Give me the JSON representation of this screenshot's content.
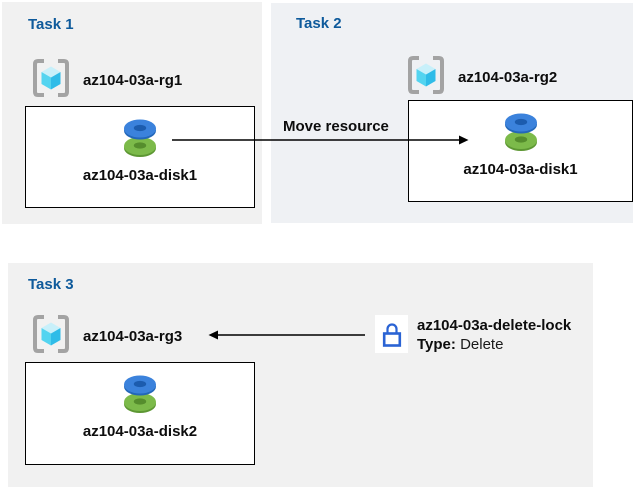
{
  "tasks": [
    {
      "title": "Task 1",
      "resource_group": "az104-03a-rg1",
      "resource": "az104-03a-disk1"
    },
    {
      "title": "Task 2",
      "resource_group": "az104-03a-rg2",
      "resource": "az104-03a-disk1"
    },
    {
      "title": "Task 3",
      "resource_group": "az104-03a-rg3",
      "resource": "az104-03a-disk2"
    }
  ],
  "move_arrow": {
    "label": "Move resource"
  },
  "delete_lock": {
    "name": "az104-03a-delete-lock",
    "type_label": "Type:",
    "type_value": "Delete"
  },
  "icons": {
    "resource_group": "resource-group-icon",
    "disk": "managed-disk-icon",
    "lock": "lock-icon"
  },
  "colors": {
    "heading_blue": "#0e5a9b",
    "panel_gray": "#f1f1f1",
    "panel_blue_gray": "#eff1f4",
    "disk_blue": "#3b82dc",
    "disk_green": "#7cba4a",
    "cube_cyan": "#53d4f0",
    "bracket_gray": "#a3a3a3",
    "lock_blue": "#2a63d4",
    "arrow_black": "#000000"
  }
}
